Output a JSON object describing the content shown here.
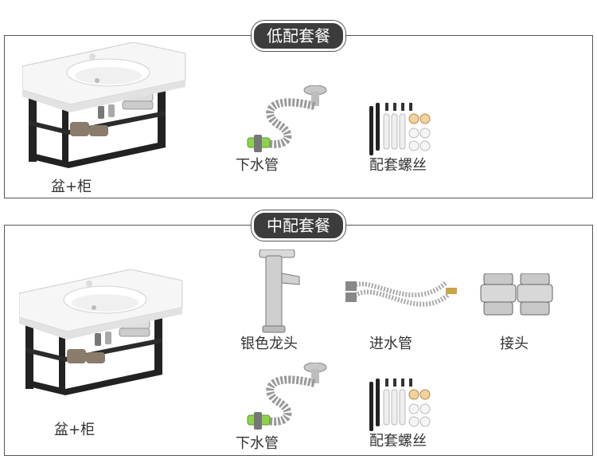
{
  "low_package": {
    "title": "低配套餐",
    "items": [
      {
        "label": "盆+柜",
        "icon": "sink-cabinet-icon"
      },
      {
        "label": "下水管",
        "icon": "drain-pipe-icon"
      },
      {
        "label": "配套螺丝",
        "icon": "screws-icon"
      }
    ]
  },
  "mid_package": {
    "title": "中配套餐",
    "items": [
      {
        "label": "盆+柜",
        "icon": "sink-cabinet-icon"
      },
      {
        "label": "银色龙头",
        "icon": "faucet-icon"
      },
      {
        "label": "进水管",
        "icon": "inlet-hose-icon"
      },
      {
        "label": "接头",
        "icon": "connector-icon"
      },
      {
        "label": "下水管",
        "icon": "drain-pipe-icon"
      },
      {
        "label": "配套螺丝",
        "icon": "screws-icon"
      }
    ]
  },
  "colors": {
    "pill_bg": "#3c3c3c",
    "frame": "#1f1f1f",
    "ceramic": "#f4f4f4"
  }
}
